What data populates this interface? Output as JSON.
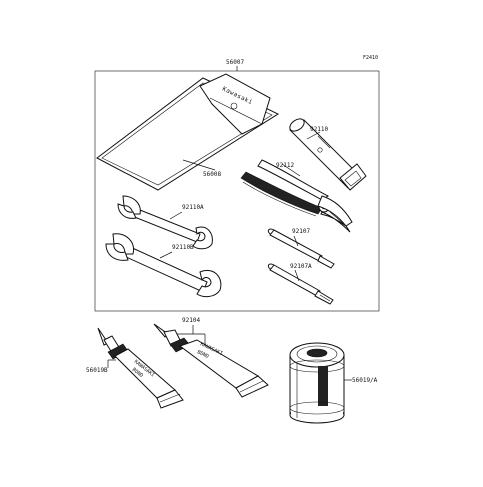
{
  "diagram_code": "F2410",
  "parts": {
    "kit": "56007",
    "bag": "56008",
    "plug_wrench": "92110",
    "pliers": "92112",
    "wrench_a": "92110A",
    "wrench_b": "92110B",
    "screwdriver": "92107",
    "screwdriver_a": "92107A",
    "bond_tube": "92104",
    "bond_b": "56019B",
    "filter": "56019/A"
  },
  "brand": {
    "bag_text": "Kawasaki",
    "tube_brand": "KAWASAKI",
    "tube_product": "BOND"
  }
}
